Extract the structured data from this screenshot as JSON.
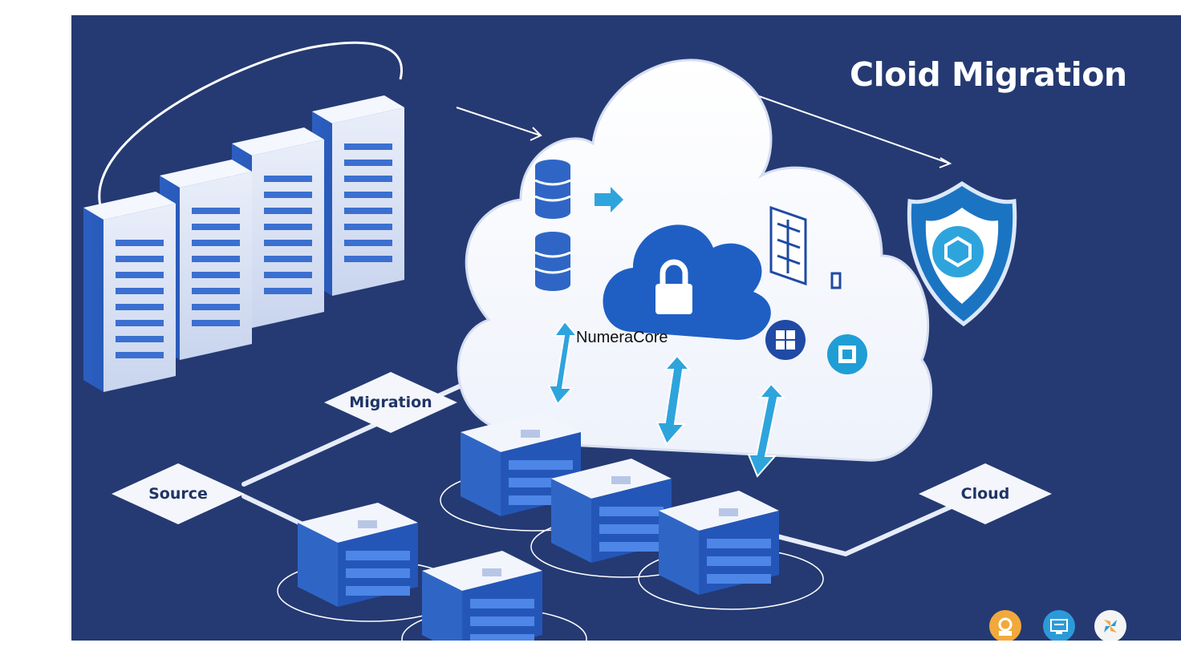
{
  "title": "Cloid Migration",
  "watermark": "NumeraCore",
  "labels": {
    "migration": "Migration",
    "source": "Source",
    "cloud": "Cloud"
  },
  "colors": {
    "background": "#253a73",
    "server_blue": "#2f66c6",
    "cloud_white": "#ffffff",
    "accent_cyan": "#2ea4dd",
    "shield_blue": "#1e88d0"
  },
  "icons": {
    "database": "database-icon",
    "lock_cloud": "cloud-lock-icon",
    "shield": "shield-icon",
    "corner_icons": [
      "gear-people-icon",
      "monitor-icon",
      "pinwheel-icon"
    ]
  }
}
